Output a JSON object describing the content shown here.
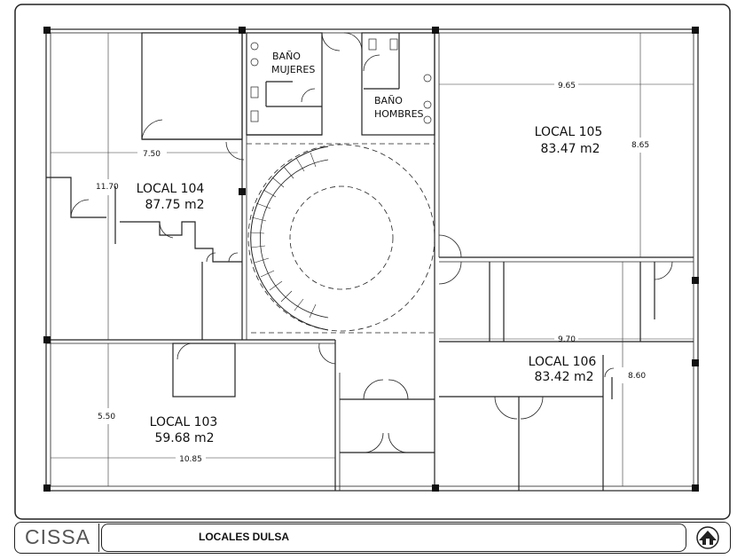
{
  "rooms": [
    {
      "name": "LOCAL 104",
      "area": "87.75 m2"
    },
    {
      "name": "LOCAL 105",
      "area": "83.47 m2"
    },
    {
      "name": "LOCAL 103",
      "area": "59.68 m2"
    },
    {
      "name": "LOCAL 106",
      "area": "83.42 m2"
    }
  ],
  "restrooms": {
    "women_1": "BAÑO",
    "women_2": "MUJERES",
    "men_1": "BAÑO",
    "men_2": "HOMBRES"
  },
  "dimensions": {
    "d104_width": "7.50",
    "d104_height": "11.70",
    "d105_width": "9.65",
    "d105_height": "8.65",
    "d103_width": "10.85",
    "d103_height": "5.50",
    "d106_width": "9.70",
    "d106_height": "8.60"
  },
  "footer": {
    "brand": "CISSA",
    "title": "LOCALES DULSA",
    "logo_icon": "house-arrow-icon"
  }
}
